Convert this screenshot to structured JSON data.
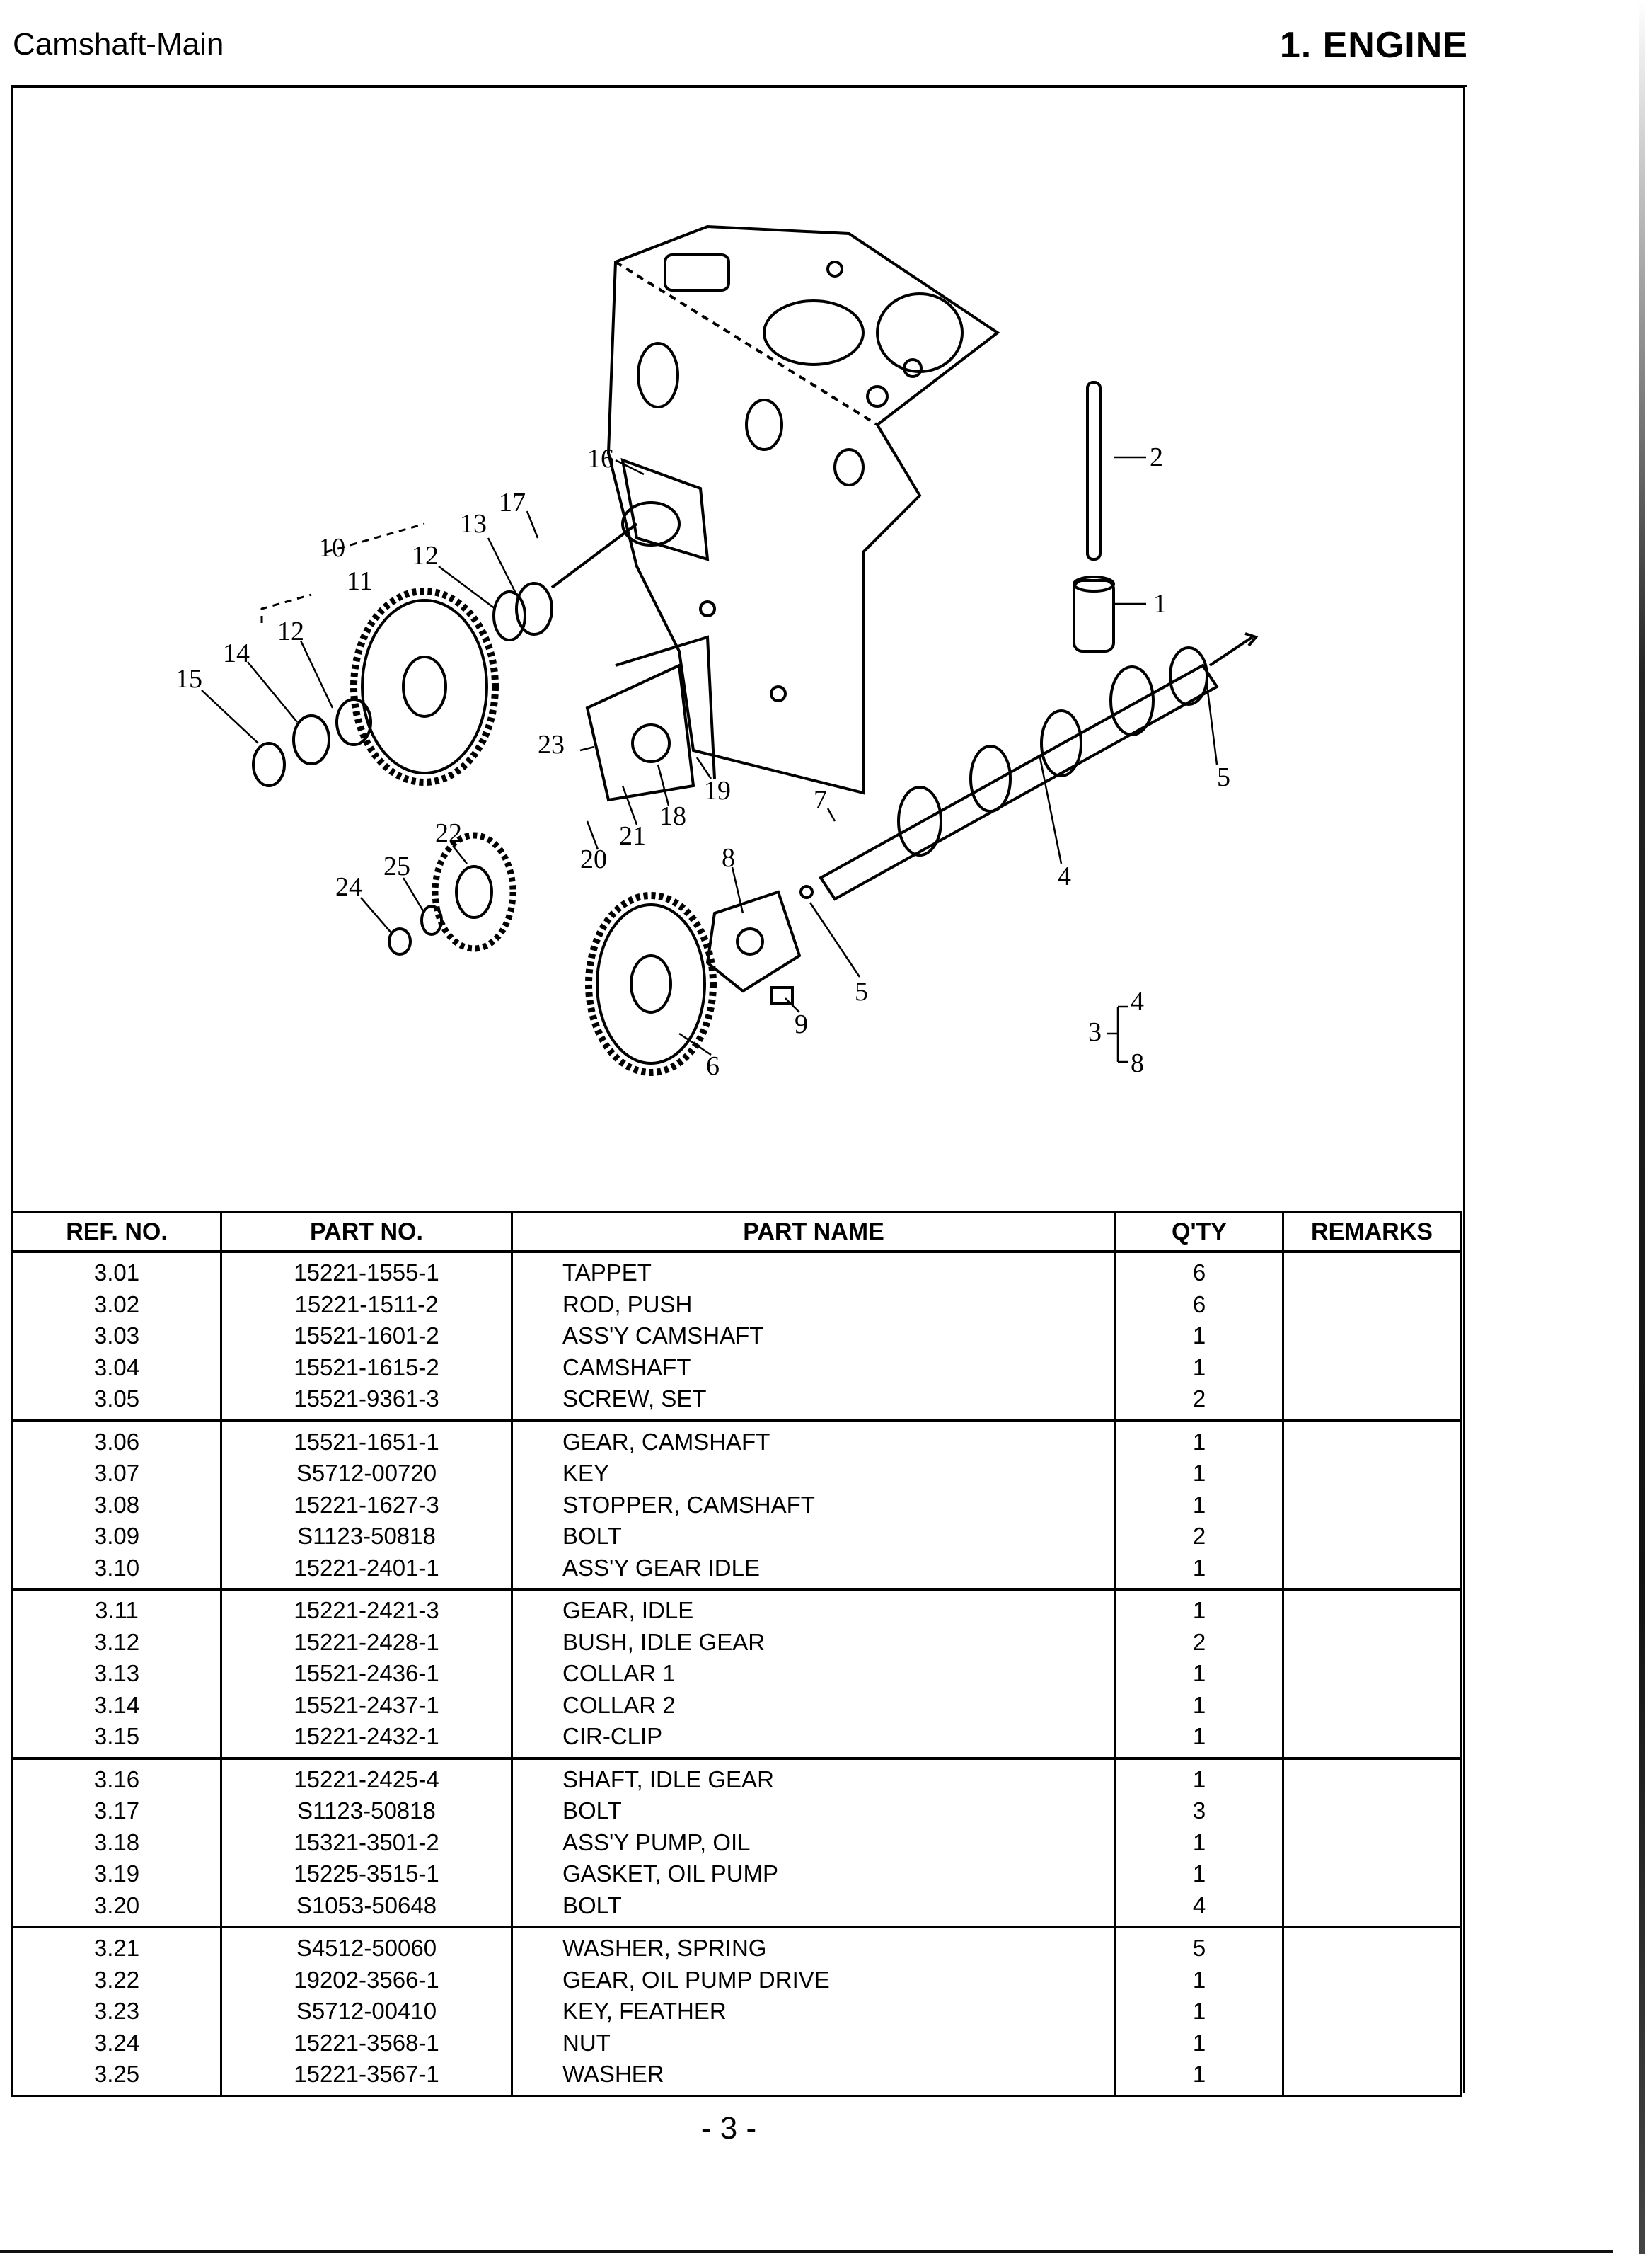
{
  "header": {
    "section_title": "Camshaft-Main",
    "chapter": "1. ENGINE"
  },
  "diagram": {
    "callouts": {
      "c1": "1",
      "c2": "2",
      "c3": "3",
      "c4": "4",
      "c4b": "4",
      "c5a": "5",
      "c5b": "5",
      "c6": "6",
      "c7": "7",
      "c8": "8",
      "c8b": "8",
      "c9": "9",
      "c10": "10",
      "c11": "11",
      "c12a": "12",
      "c12b": "12",
      "c13": "13",
      "c14": "14",
      "c15": "15",
      "c16": "16",
      "c17": "17",
      "c18": "18",
      "c19": "19",
      "c20": "20",
      "c21": "21",
      "c22": "22",
      "c23": "23",
      "c24": "24",
      "c25": "25"
    }
  },
  "table": {
    "headers": {
      "ref": "REF. NO.",
      "part": "PART NO.",
      "name": "PART NAME",
      "qty": "Q'TY",
      "remarks": "REMARKS"
    },
    "rows": [
      {
        "ref": "3.01",
        "part": "15221-1555-1",
        "name": "TAPPET",
        "qty": "6",
        "remarks": ""
      },
      {
        "ref": "3.02",
        "part": "15221-1511-2",
        "name": "ROD, PUSH",
        "qty": "6",
        "remarks": ""
      },
      {
        "ref": "3.03",
        "part": "15521-1601-2",
        "name": "ASS'Y CAMSHAFT",
        "qty": "1",
        "remarks": ""
      },
      {
        "ref": "3.04",
        "part": "15521-1615-2",
        "name": "CAMSHAFT",
        "qty": "1",
        "remarks": ""
      },
      {
        "ref": "3.05",
        "part": "15521-9361-3",
        "name": "SCREW, SET",
        "qty": "2",
        "remarks": ""
      },
      {
        "ref": "3.06",
        "part": "15521-1651-1",
        "name": "GEAR, CAMSHAFT",
        "qty": "1",
        "remarks": ""
      },
      {
        "ref": "3.07",
        "part": "S5712-00720",
        "name": "KEY",
        "qty": "1",
        "remarks": ""
      },
      {
        "ref": "3.08",
        "part": "15221-1627-3",
        "name": "STOPPER, CAMSHAFT",
        "qty": "1",
        "remarks": ""
      },
      {
        "ref": "3.09",
        "part": "S1123-50818",
        "name": "BOLT",
        "qty": "2",
        "remarks": ""
      },
      {
        "ref": "3.10",
        "part": "15221-2401-1",
        "name": "ASS'Y GEAR IDLE",
        "qty": "1",
        "remarks": ""
      },
      {
        "ref": "3.11",
        "part": "15221-2421-3",
        "name": "GEAR, IDLE",
        "qty": "1",
        "remarks": ""
      },
      {
        "ref": "3.12",
        "part": "15221-2428-1",
        "name": "BUSH, IDLE GEAR",
        "qty": "2",
        "remarks": ""
      },
      {
        "ref": "3.13",
        "part": "15521-2436-1",
        "name": "COLLAR 1",
        "qty": "1",
        "remarks": ""
      },
      {
        "ref": "3.14",
        "part": "15521-2437-1",
        "name": "COLLAR 2",
        "qty": "1",
        "remarks": ""
      },
      {
        "ref": "3.15",
        "part": "15221-2432-1",
        "name": "CIR-CLIP",
        "qty": "1",
        "remarks": ""
      },
      {
        "ref": "3.16",
        "part": "15221-2425-4",
        "name": "SHAFT, IDLE GEAR",
        "qty": "1",
        "remarks": ""
      },
      {
        "ref": "3.17",
        "part": "S1123-50818",
        "name": "BOLT",
        "qty": "3",
        "remarks": ""
      },
      {
        "ref": "3.18",
        "part": "15321-3501-2",
        "name": "ASS'Y PUMP, OIL",
        "qty": "1",
        "remarks": ""
      },
      {
        "ref": "3.19",
        "part": "15225-3515-1",
        "name": "GASKET, OIL PUMP",
        "qty": "1",
        "remarks": ""
      },
      {
        "ref": "3.20",
        "part": "S1053-50648",
        "name": "BOLT",
        "qty": "4",
        "remarks": ""
      },
      {
        "ref": "3.21",
        "part": "S4512-50060",
        "name": "WASHER, SPRING",
        "qty": "5",
        "remarks": ""
      },
      {
        "ref": "3.22",
        "part": "19202-3566-1",
        "name": "GEAR, OIL PUMP DRIVE",
        "qty": "1",
        "remarks": ""
      },
      {
        "ref": "3.23",
        "part": "S5712-00410",
        "name": "KEY, FEATHER",
        "qty": "1",
        "remarks": ""
      },
      {
        "ref": "3.24",
        "part": "15221-3568-1",
        "name": "NUT",
        "qty": "1",
        "remarks": ""
      },
      {
        "ref": "3.25",
        "part": "15221-3567-1",
        "name": "WASHER",
        "qty": "1",
        "remarks": ""
      }
    ]
  },
  "footer": {
    "page_number": "- 3 -"
  }
}
